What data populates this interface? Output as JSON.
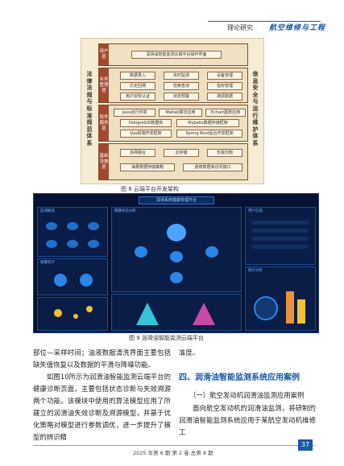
{
  "header": {
    "section": "理论研究",
    "journal": "航空维修与工程"
  },
  "figure8": {
    "caption": "图 8 云端平台开发架构",
    "left_label": "法律法规与标准规范体系",
    "right_label": "信息安全与运行维护体系",
    "layers": {
      "user": {
        "tag": "用户层",
        "items": [
          "润滑油智能监测云端平台操作界面"
        ]
      },
      "business": {
        "tag": "业务管理层",
        "items": [
          "数据录入",
          "实时监测",
          "设备管理",
          "历史回溯",
          "检索查询",
          "指标管理",
          "用户授权认证",
          "状态预警",
          "溯源数据"
        ]
      },
      "software": {
        "tag": "软件服务层",
        "items": [
          "Java运行环境",
          "Matlab算法应用",
          "Echart图表应用",
          "PostgreGIS数据库",
          "Mybatis数据存储框架",
          "Vue前端开发框架",
          "Spring Boot后台开发框架"
        ]
      },
      "infra": {
        "tag": "基础设施层",
        "items": [
          "多网融合",
          "云存储",
          "负载均衡",
          "海量数据存储策略",
          "通用数据库访问接口"
        ]
      }
    }
  },
  "figure9": {
    "caption": "图 9 润滑油智能监测云端平台",
    "dashboard_title": "润滑系统健康管理平台",
    "panels": [
      "监测概览",
      "报警统计",
      "健康状态分析",
      "用户信息",
      "统计分析"
    ]
  },
  "body": {
    "left_text": "部位—采样时间；油液数据清洗界面主要包括缺失值恢复以及数据的平滑与降噪功能。",
    "left_text2": "如图10所示为润滑油智能监测云端平台的健康诊断页面，主要包括状态诊断与失效溯源两个功能。该模块中使用的算法模型应用了所建立的润滑油失效诊断及溯源模型，并基于优化策略对模型进行参数调优，进一步提升了模型的辨识精",
    "right_text": "准度。",
    "heading": "四、润滑油智能监测系统应用案例",
    "subheading": "（一）航空发动机润滑油监测应用案例",
    "right_text2": "面向航空发动机的润滑油监测，将研制的润滑油智能监测系统应用于某航空发动机维修工"
  },
  "footer": {
    "issue": "2025 年第 6 期 第 2 卷 总第 8 期",
    "page": "37"
  }
}
